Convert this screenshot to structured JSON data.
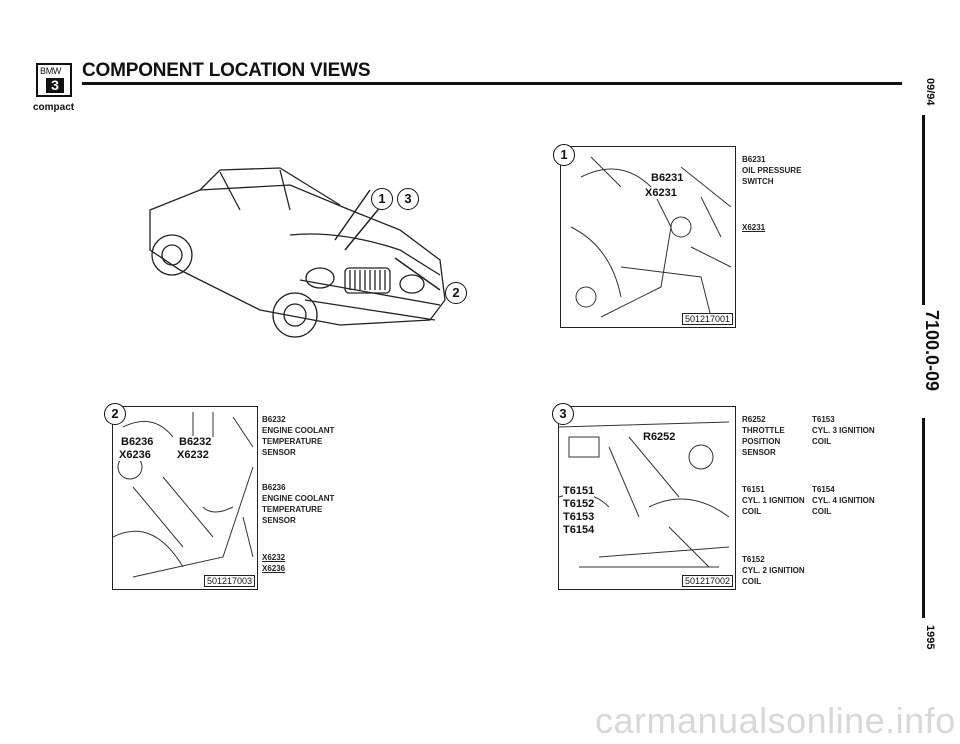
{
  "header": {
    "logo_brand": "BMW",
    "logo_series": "3",
    "logo_sub": "compact",
    "title": "COMPONENT LOCATION VIEWS"
  },
  "side": {
    "date": "09/94",
    "doc_number": "7100.0-09",
    "year": "1995"
  },
  "overview": {
    "callouts": [
      "1",
      "3",
      "2"
    ]
  },
  "view1": {
    "number": "1",
    "figure_id": "501217001",
    "tags": [
      "B6231",
      "X6231"
    ],
    "labels": [
      {
        "id": "B6231",
        "lines": [
          "OIL PRESSURE",
          "SWITCH"
        ]
      }
    ],
    "connector": "X6231"
  },
  "view2": {
    "number": "2",
    "figure_id": "501217003",
    "tags": [
      "B6236",
      "X6236",
      "B6232",
      "X6232"
    ],
    "labels": [
      {
        "id": "B6232",
        "lines": [
          "ENGINE COOLANT",
          "TEMPERATURE",
          "SENSOR"
        ]
      },
      {
        "id": "B6236",
        "lines": [
          "ENGINE COOLANT",
          "TEMPERATURE",
          "SENSOR"
        ]
      }
    ],
    "connectors": [
      "X6232",
      "X6236"
    ]
  },
  "view3": {
    "number": "3",
    "figure_id": "501217002",
    "tags": [
      "R6252",
      "T6151",
      "T6152",
      "T6153",
      "T6154"
    ],
    "labels": [
      {
        "id": "R6252",
        "lines": [
          "THROTTLE",
          "POSITION",
          "SENSOR"
        ]
      },
      {
        "id": "T6153",
        "lines": [
          "CYL. 3 IGNITION",
          "COIL"
        ]
      },
      {
        "id": "T6151",
        "lines": [
          "CYL. 1 IGNITION",
          "COIL"
        ]
      },
      {
        "id": "T6154",
        "lines": [
          "CYL. 4 IGNITION",
          "COIL"
        ]
      },
      {
        "id": "T6152",
        "lines": [
          "CYL. 2 IGNITION",
          "COIL"
        ]
      }
    ]
  },
  "watermark": "carmanualsonline.info"
}
